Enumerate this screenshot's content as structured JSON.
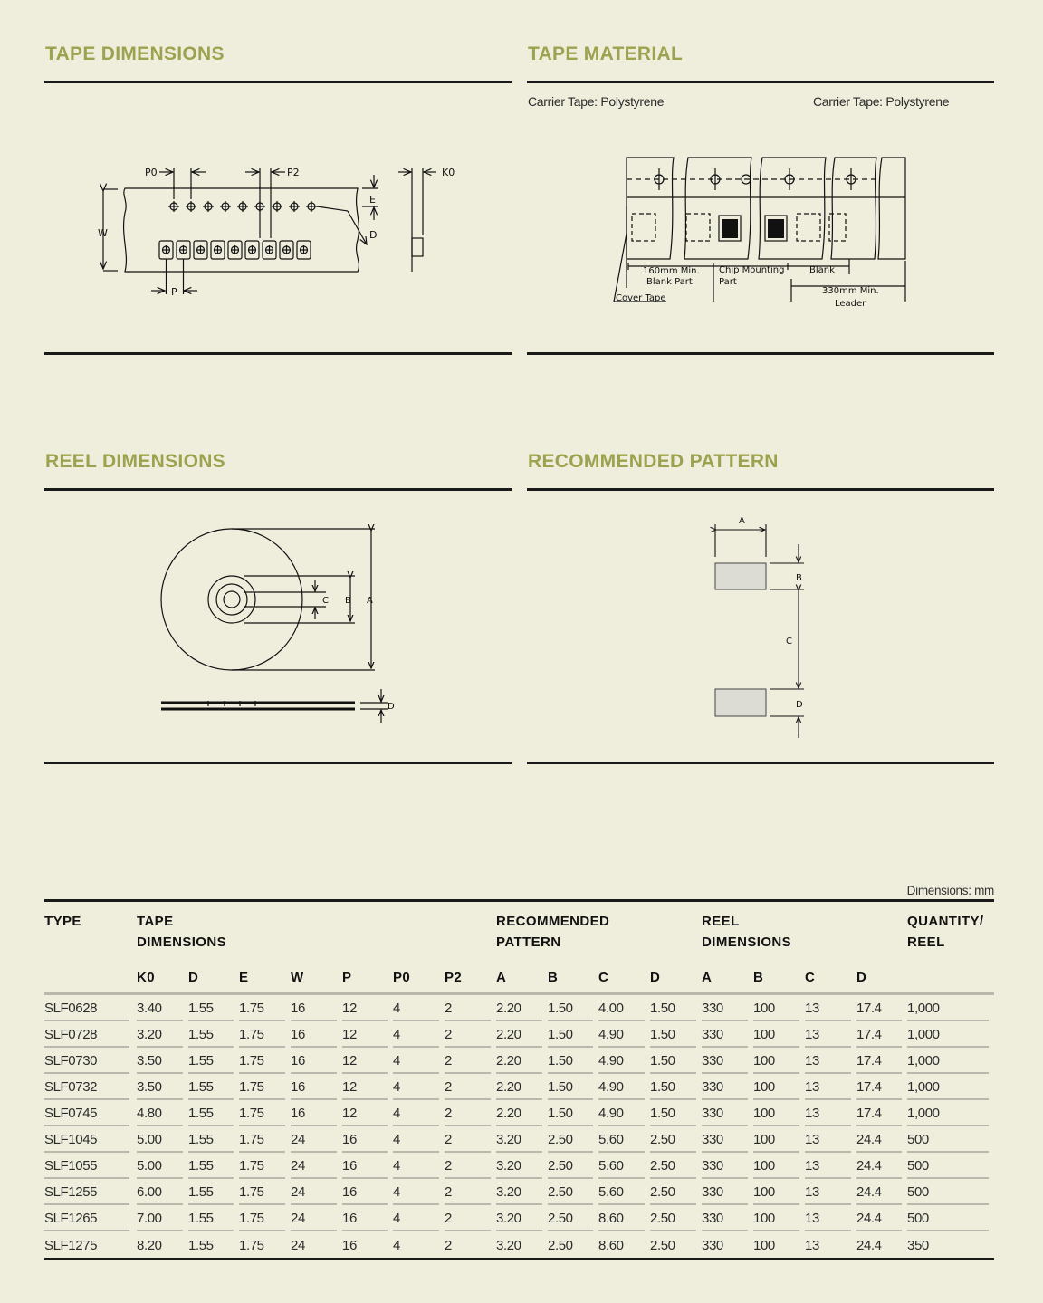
{
  "sections": {
    "tape_dimensions": {
      "title": "TAPE DIMENSIONS"
    },
    "tape_material": {
      "title": "TAPE MATERIAL",
      "caption_left": "Carrier Tape: Polystyrene",
      "caption_right": "Carrier Tape: Polystyrene"
    },
    "reel_dimensions": {
      "title": "REEL DIMENSIONS"
    },
    "recommended_pattern": {
      "title": "RECOMMENDED PATTERN"
    }
  },
  "tape_figure": {
    "labels": {
      "p0": "P0",
      "p2": "P2",
      "k0": "K0",
      "w": "W",
      "e": "E",
      "d": "D",
      "p": "P"
    }
  },
  "material_figure": {
    "labels": {
      "blank_min_1": "160mm Min.",
      "blank_min_2": "Blank Part",
      "chip_1": "Chip Mounting",
      "chip_2": "Part",
      "blank": "Blank",
      "leader_1": "330mm Min.",
      "leader_2": "Leader",
      "cover": "Cover Tape"
    }
  },
  "reel_figure": {
    "labels": {
      "a": "A",
      "b": "B",
      "c": "C",
      "d": "D"
    }
  },
  "pattern_figure": {
    "labels": {
      "a": "A",
      "b": "B",
      "c": "C",
      "d": "D"
    }
  },
  "table": {
    "units_note": "Dimensions: mm",
    "group_headers": {
      "type": "TYPE",
      "tape_1": "TAPE",
      "tape_2": "DIMENSIONS",
      "pattern_1": "RECOMMENDED",
      "pattern_2": "PATTERN",
      "reel_1": "REEL",
      "reel_2": "DIMENSIONS",
      "qty_1": "QUANTITY/",
      "qty_2": "REEL"
    },
    "columns": [
      "K0",
      "D",
      "E",
      "W",
      "P",
      "P0",
      "P2",
      "A",
      "B",
      "C",
      "D",
      "A",
      "B",
      "C",
      "D"
    ],
    "rows": [
      [
        "SLF0628",
        "3.40",
        "1.55",
        "1.75",
        "16",
        "12",
        "4",
        "2",
        "2.20",
        "1.50",
        "4.00",
        "1.50",
        "330",
        "100",
        "13",
        "17.4",
        "1,000"
      ],
      [
        "SLF0728",
        "3.20",
        "1.55",
        "1.75",
        "16",
        "12",
        "4",
        "2",
        "2.20",
        "1.50",
        "4.90",
        "1.50",
        "330",
        "100",
        "13",
        "17.4",
        "1,000"
      ],
      [
        "SLF0730",
        "3.50",
        "1.55",
        "1.75",
        "16",
        "12",
        "4",
        "2",
        "2.20",
        "1.50",
        "4.90",
        "1.50",
        "330",
        "100",
        "13",
        "17.4",
        "1,000"
      ],
      [
        "SLF0732",
        "3.50",
        "1.55",
        "1.75",
        "16",
        "12",
        "4",
        "2",
        "2.20",
        "1.50",
        "4.90",
        "1.50",
        "330",
        "100",
        "13",
        "17.4",
        "1,000"
      ],
      [
        "SLF0745",
        "4.80",
        "1.55",
        "1.75",
        "16",
        "12",
        "4",
        "2",
        "2.20",
        "1.50",
        "4.90",
        "1.50",
        "330",
        "100",
        "13",
        "17.4",
        "1,000"
      ],
      [
        "SLF1045",
        "5.00",
        "1.55",
        "1.75",
        "24",
        "16",
        "4",
        "2",
        "3.20",
        "2.50",
        "5.60",
        "2.50",
        "330",
        "100",
        "13",
        "24.4",
        "500"
      ],
      [
        "SLF1055",
        "5.00",
        "1.55",
        "1.75",
        "24",
        "16",
        "4",
        "2",
        "3.20",
        "2.50",
        "5.60",
        "2.50",
        "330",
        "100",
        "13",
        "24.4",
        "500"
      ],
      [
        "SLF1255",
        "6.00",
        "1.55",
        "1.75",
        "24",
        "16",
        "4",
        "2",
        "3.20",
        "2.50",
        "5.60",
        "2.50",
        "330",
        "100",
        "13",
        "24.4",
        "500"
      ],
      [
        "SLF1265",
        "7.00",
        "1.55",
        "1.75",
        "24",
        "16",
        "4",
        "2",
        "3.20",
        "2.50",
        "8.60",
        "2.50",
        "330",
        "100",
        "13",
        "24.4",
        "500"
      ],
      [
        "SLF1275",
        "8.20",
        "1.55",
        "1.75",
        "24",
        "16",
        "4",
        "2",
        "3.20",
        "2.50",
        "8.60",
        "2.50",
        "330",
        "100",
        "13",
        "24.4",
        "350"
      ]
    ]
  }
}
